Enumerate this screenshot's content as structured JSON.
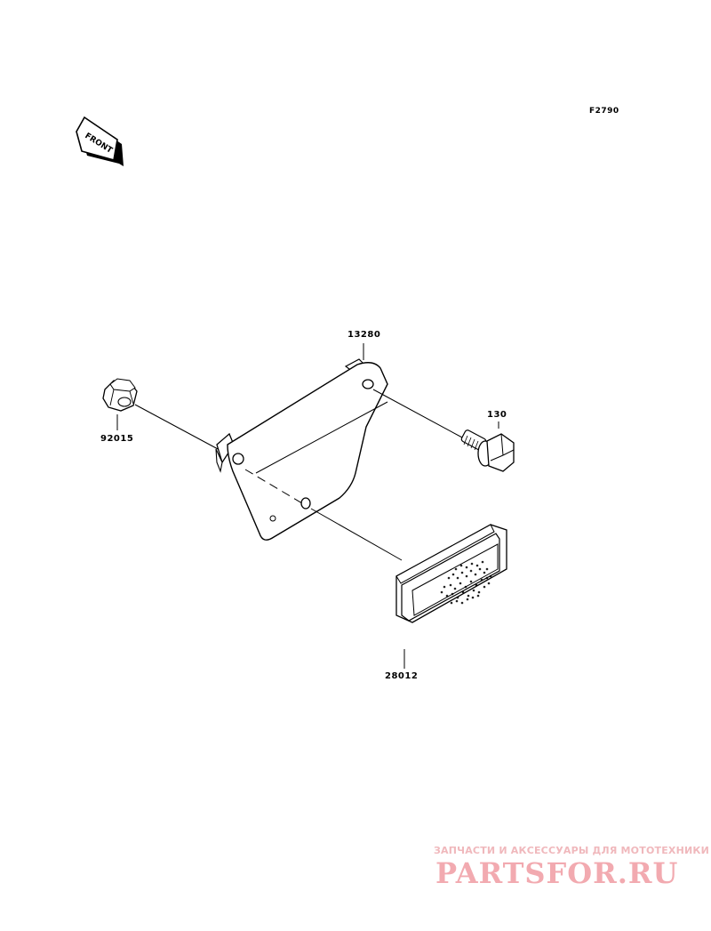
{
  "figure_code": "F2790",
  "front_indicator": "FRONT",
  "parts": {
    "bracket": "13280",
    "bolt": "130",
    "nut": "92015",
    "reflector": "28012"
  },
  "watermark": {
    "caption": "ЗАПЧАСТИ И АКСЕССУАРЫ ДЛЯ МОТОТЕХНИКИ",
    "logo": "PARTSFOR.RU"
  }
}
